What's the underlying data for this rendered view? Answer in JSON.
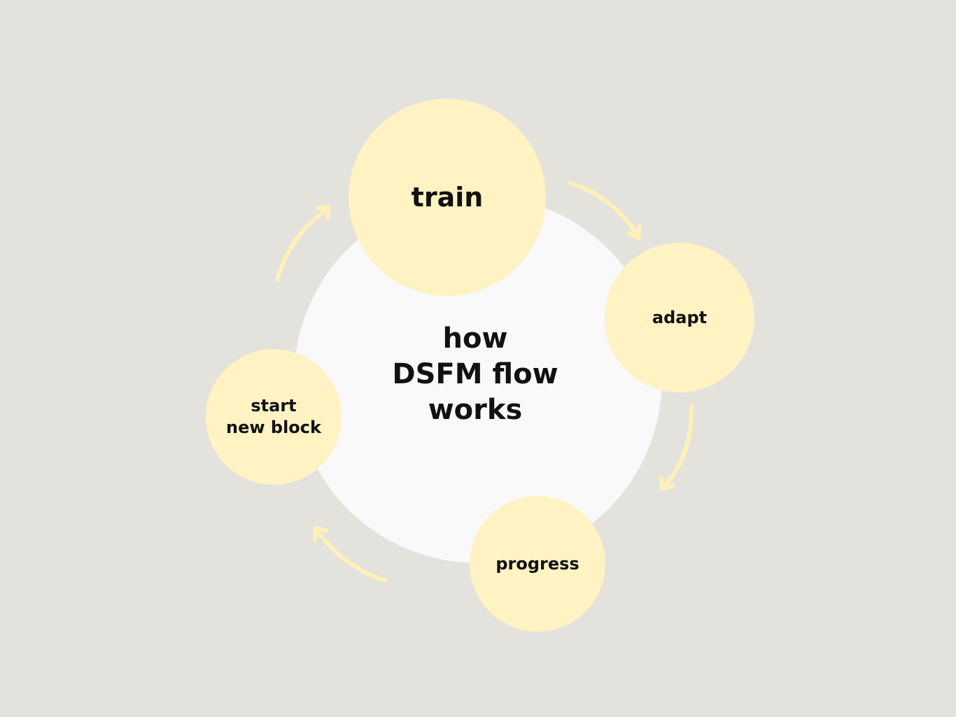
{
  "diagram": {
    "center_label": "how\nDSFM flow\nworks",
    "nodes": [
      {
        "label": "train"
      },
      {
        "label": "adapt"
      },
      {
        "label": "progress"
      },
      {
        "label": "start\nnew block"
      }
    ],
    "colors": {
      "background": "#e3e2dd",
      "hub": "#f9f9f9",
      "node": "#fff2c3",
      "arrow": "#fff0b8"
    }
  }
}
